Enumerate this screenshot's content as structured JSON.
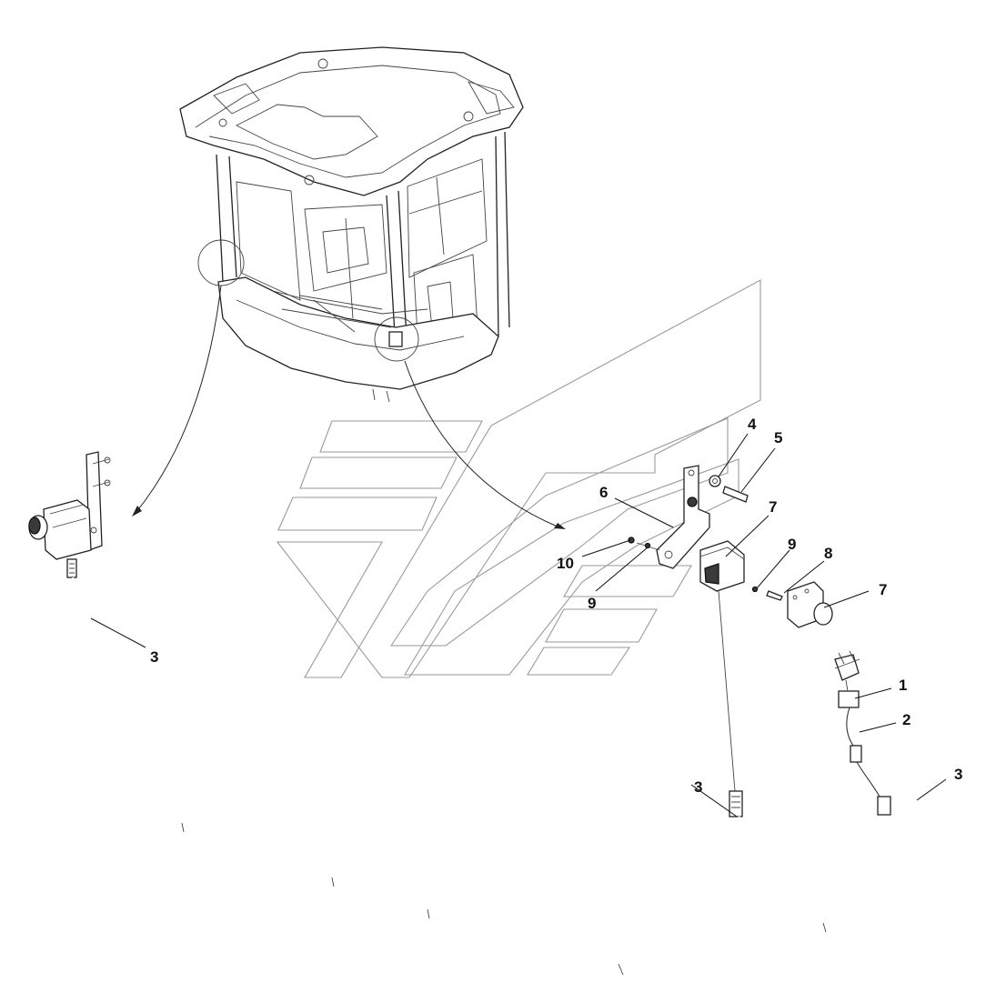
{
  "callouts": [
    {
      "id": "c1",
      "label": "1"
    },
    {
      "id": "c2",
      "label": "2"
    },
    {
      "id": "c3a",
      "label": "3"
    },
    {
      "id": "c3b",
      "label": "3"
    },
    {
      "id": "c3c",
      "label": "3"
    },
    {
      "id": "c4",
      "label": "4"
    },
    {
      "id": "c5",
      "label": "5"
    },
    {
      "id": "c6",
      "label": "6"
    },
    {
      "id": "c7a",
      "label": "7"
    },
    {
      "id": "c7b",
      "label": "7"
    },
    {
      "id": "c8",
      "label": "8"
    },
    {
      "id": "c9a",
      "label": "9"
    },
    {
      "id": "c9b",
      "label": "9"
    },
    {
      "id": "c10",
      "label": "10"
    }
  ]
}
